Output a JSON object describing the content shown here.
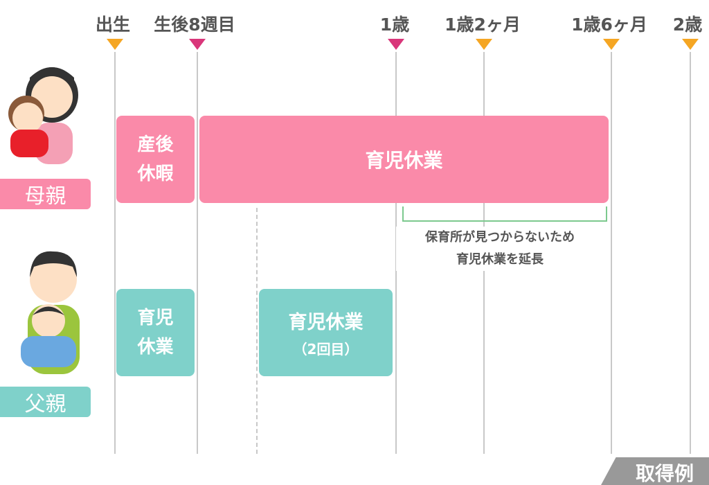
{
  "timeline": [
    {
      "label": "出生",
      "marker": "#f5a623"
    },
    {
      "label": "生後8週目",
      "marker": "#d9367a"
    },
    {
      "label": "1歳",
      "marker": "#d9367a"
    },
    {
      "label": "1歳2ヶ月",
      "marker": "#f5a623"
    },
    {
      "label": "1歳6ヶ月",
      "marker": "#f5a623"
    },
    {
      "label": "2歳",
      "marker": "#f5a623"
    }
  ],
  "mother": {
    "role": "母親",
    "maternity_leave": [
      "産後",
      "休暇"
    ],
    "childcare_leave": "育児休業",
    "note": [
      "保育所が見つからないため",
      "育児休業を延長"
    ]
  },
  "father": {
    "role": "父親",
    "leave1": [
      "育児",
      "休業"
    ],
    "leave2": "育児休業",
    "leave2_sub": "（2回目）"
  },
  "footer": {
    "label": "取得例"
  },
  "colors": {
    "pink": "#fa8aa9",
    "teal": "#7fd1ca",
    "bracket": "#7cc98e"
  }
}
